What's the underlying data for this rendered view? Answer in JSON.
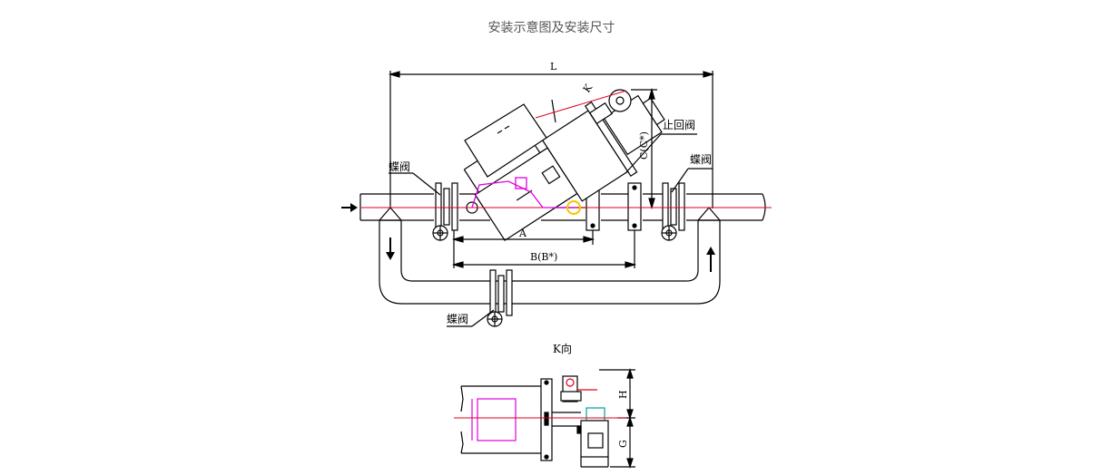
{
  "page": {
    "title": "安装示意图及安装尺寸"
  },
  "labels": {
    "dim_L": "L",
    "dim_A": "A",
    "dim_B": "B(B*)",
    "dim_C": "C(C*)",
    "dim_H": "H",
    "dim_G": "G",
    "view_marker": "K",
    "check_valve": "止回阀",
    "butterfly_valve": "蝶阀",
    "k_view": "K向"
  },
  "colors": {
    "line": "#000000",
    "center_line": "#e0001b",
    "magenta": "#e000e0",
    "highlight": "#f5c400",
    "teal": "#00a0a0"
  }
}
